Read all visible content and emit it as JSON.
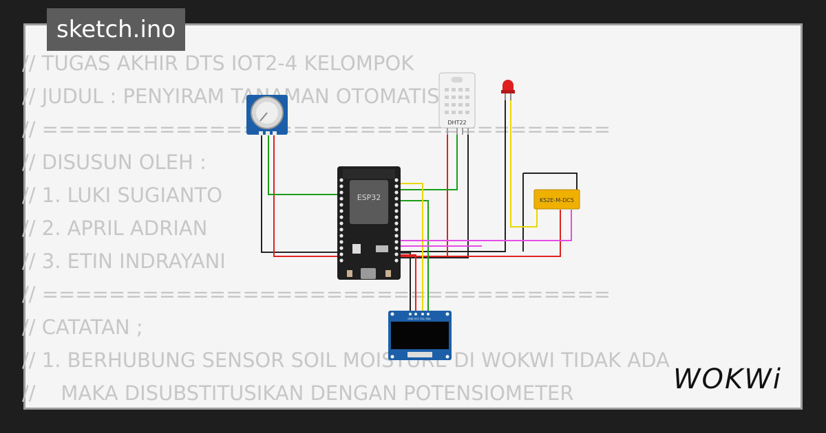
{
  "title": "sketch.ino",
  "code_lines": [
    "// TUGAS AKHIR DTS IOT2-4 KELOMPOK",
    "// JUDUL : PENYIRAM TANAMAN OTOMATIS",
    "// ==================================",
    "// DISUSUN OLEH :",
    "// 1. LUKI SUGIANTO",
    "// 2. APRIL ADRIAN",
    "// 3. ETIN INDRAYANI",
    "// ==================================",
    "// CATATAN ;",
    "// 1. BERHUBUNG SENSOR SOIL MOISTURE DI WOKWI TIDAK ADA",
    "//    MAKA DISUBSTITUSIKAN DENGAN POTENSIOMETER"
  ],
  "components": {
    "esp32_label": "ESP32",
    "dht_label": "DHT22",
    "relay_label": "KS2E-M-DC5",
    "oled_pins": "GND VCC SCL SDA"
  },
  "logo": "WOKWi",
  "colors": {
    "wire_red": "#e01f1f",
    "wire_black": "#222222",
    "wire_green": "#1a9e1a",
    "wire_yellow": "#e8d900",
    "wire_magenta": "#e64be6",
    "board": "#1f1f1f",
    "relay": "#f0b000",
    "pot_board": "#1c5fa8"
  }
}
